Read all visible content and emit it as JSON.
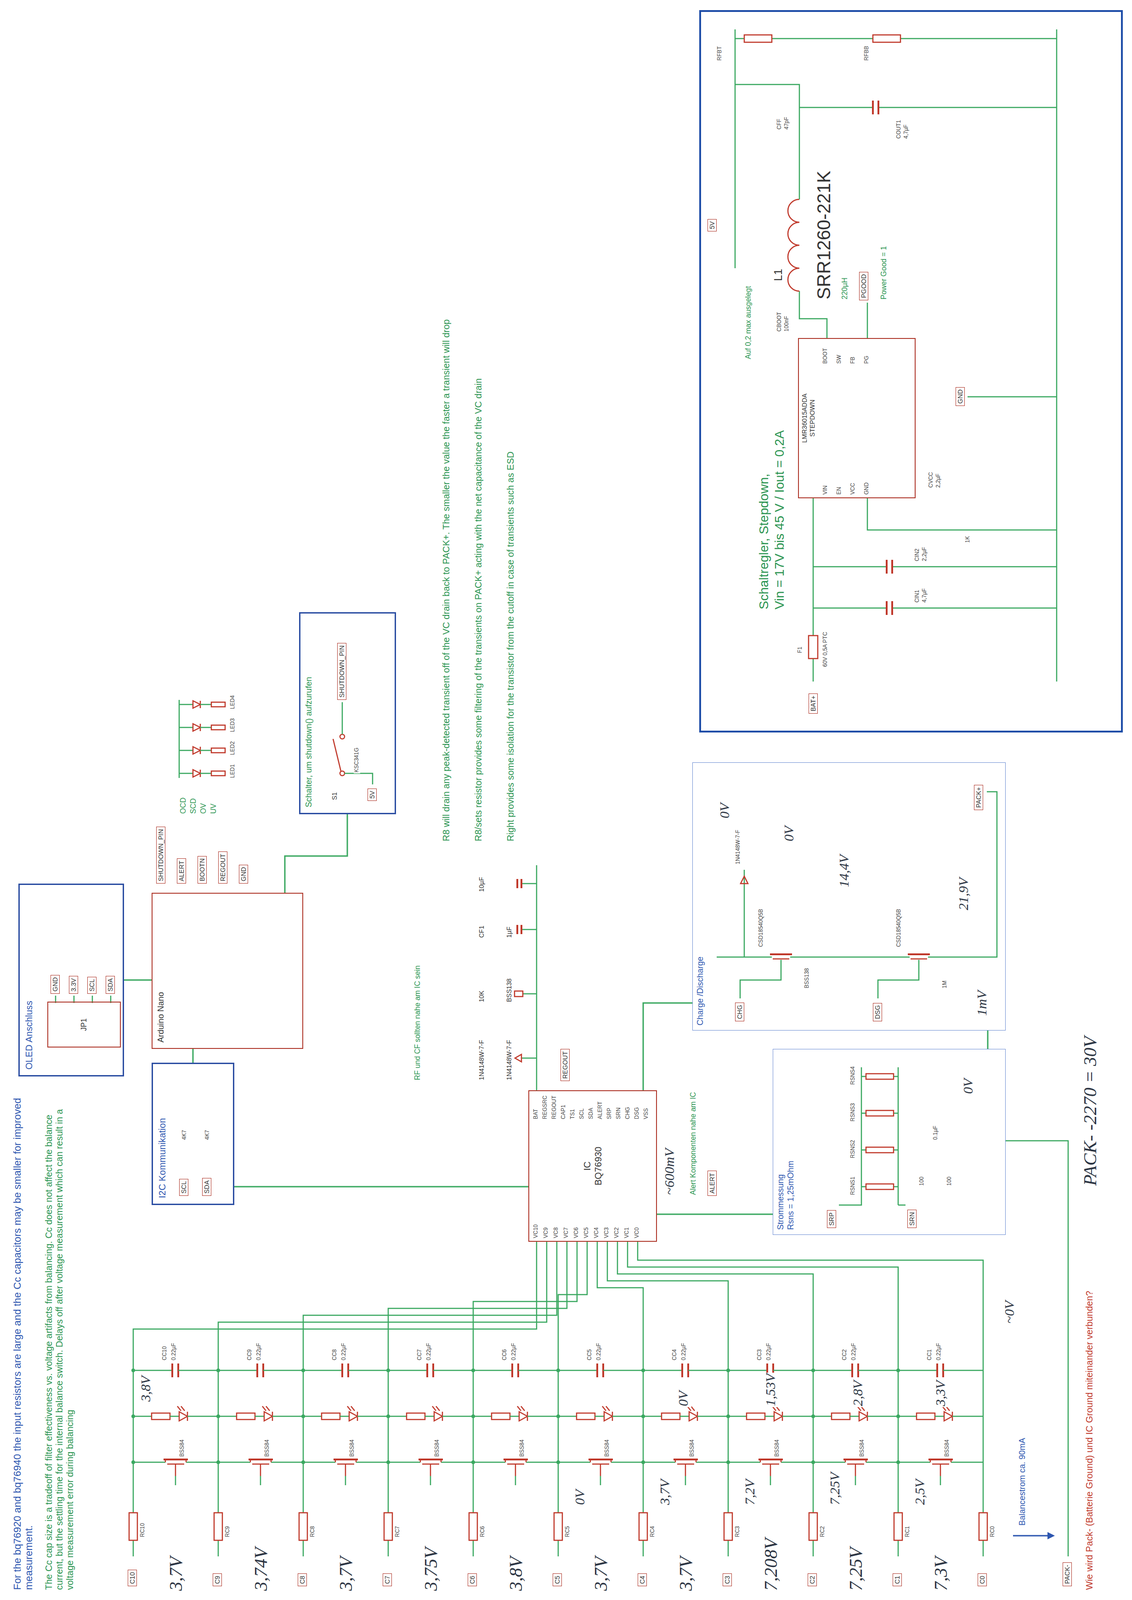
{
  "diagram": {
    "nodes": [
      {
        "text": [
          "OLED Anschluss"
        ]
      },
      {
        "text": [
          "JP1"
        ],
        "in": 0
      },
      {
        "text": [
          "I2C Kommunikation"
        ]
      },
      {
        "text": [
          "Arduino Nano"
        ]
      },
      {
        "text": [
          "Schalter, um shutdown() aufzurufen"
        ]
      },
      {
        "text": [
          "IC",
          "BQ76930"
        ]
      },
      {
        "text": [
          "Strommessung",
          "Rsns = 1,25mOhm"
        ]
      },
      {
        "text": [
          "Charge /Discharge"
        ]
      },
      {
        "text": [
          "Schaltregler, Stepdown,",
          "Vin = 17V bis 45 V / Iout = 0,2A"
        ]
      },
      {
        "text": [
          "LMR36015ADDA",
          "STEPDOWN"
        ],
        "in": 8
      }
    ],
    "edges": [
      {
        "from": 5,
        "to": 6,
        "arrow": "none"
      },
      {
        "from": 5,
        "to": 7,
        "arrow": "none"
      },
      {
        "from": 5,
        "to": 2,
        "arrow": "none"
      },
      {
        "from": 2,
        "to": 3,
        "arrow": "none"
      },
      {
        "from": 3,
        "to": 0,
        "arrow": "none"
      },
      {
        "from": 3,
        "to": 4,
        "arrow": "none"
      },
      {
        "from": 6,
        "to": 7,
        "arrow": "none"
      }
    ],
    "labels": [
      "For the bq76920 and bq76940 the input resistors are large and the Cc capacitors may be smaller for improved measurement.",
      "The Cc cap size is a tradeoff of filter effectiveness vs. voltage artifacts from balancing. Cc does not affect the balance current, but the settling time for the internal balance switch. Delays off after voltage measurement which can result in a voltage measurement error during balancing",
      "C10",
      "C9",
      "C8",
      "C7",
      "C6",
      "C5",
      "C4",
      "C3",
      "C2",
      "C1",
      "C0",
      "PACK-",
      "RC10",
      "RC9",
      "RC8",
      "RC7",
      "RC6",
      "RC5",
      "RC4",
      "RC3",
      "RC2",
      "RC1",
      "RC0",
      "3,7V",
      "3,74V",
      "3,7V",
      "3,75V",
      "3,8V",
      "3,7V",
      "3,7V",
      "7,208V",
      "7,25V",
      "7,3V",
      "BSS84",
      "BSS84",
      "BSS84",
      "BSS84",
      "BSS84",
      "BSS84",
      "BSS84",
      "BSS84",
      "BSS84",
      "BSS84",
      "CC10",
      "CC9",
      "CC8",
      "CC7",
      "CC6",
      "CC5",
      "CC4",
      "CC3",
      "CC2",
      "CC1",
      "0.22µF",
      "0.22µF",
      "0.22µF",
      "0.22µF",
      "0.22µF",
      "0.22µF",
      "0.22µF",
      "0.22µF",
      "0.22µF",
      "0.22µF",
      "0V",
      "3,7V",
      "0V",
      "7,2V",
      "1,53V",
      "7,25V",
      "2,8V",
      "2,5V",
      "3,3V",
      "3,8V",
      "~0V",
      "~600mV",
      "Balancestrom ca. 90mA",
      "Wie wird Pack- (Batterie Ground) und IC Ground miteinander verbunden?",
      "PACK- -2270 = 30V",
      "VC10",
      "VC9",
      "VC8",
      "VC7",
      "VC6",
      "VC5",
      "VC4",
      "VC3",
      "VC2",
      "VC1",
      "VC0",
      "BAT",
      "REGSRC",
      "REGOUT",
      "CAP1",
      "TS1",
      "SCL",
      "SDA",
      "ALERT",
      "SRP",
      "SRN",
      "CHG",
      "DSG",
      "VSS",
      "RF und CF sollten nahe am IC sein",
      "1N4148W-7-F",
      "1N4148W-7-F",
      "10K",
      "BSS138",
      "CF1",
      "1µF",
      "10µF",
      "R8 will drain any peak-detected transient off of the VC drain back to PACK+. The smaller the value the faster a transient will drop",
      "R8/sets resistor provides some filtering of the transients on PACK+ acting with the net capacitance of the VC drain",
      "Right provides some isolation for the transistor from the cutoff in case of transients such as ESD",
      "Alert Komponenten nahe am IC",
      "ALERT",
      "REGOUT",
      "OCD",
      "SCD",
      "OV",
      "UV",
      "LED1",
      "LED2",
      "LED3",
      "LED4",
      "SHUTDOWN_PIN",
      "ALERT",
      "BOOTN",
      "REGOUT",
      "GND",
      "GND",
      "3.3V",
      "SCL",
      "SDA",
      "SCL",
      "SDA",
      "4K7",
      "4K7",
      "S1",
      "SHUTDOWN_PIN",
      "5V",
      "KSC341G",
      "CHG",
      "DSG",
      "CSD18540Q5B",
      "CSD18540Q5B",
      "BSS138",
      "1N4148W-7-F",
      "PACK+",
      "1M",
      "0V",
      "14,4V",
      "21,9V",
      "0V",
      "1mV",
      "RSNS1",
      "RSNS2",
      "RSNS3",
      "RSNS4",
      "100",
      "100",
      "0.1µF",
      "0V",
      "SRP",
      "SRN",
      "Auf 0,2 max ausgelegt",
      "L1",
      "SRR1260-221K",
      "220µH",
      "PGOOD",
      "Power Good = 1",
      "CFF",
      "47pF",
      "COUT1",
      "4,7µF",
      "RFBT",
      "RFBB",
      "5V",
      "BAT+",
      "F1",
      "60V 0,5A PTC",
      "CIN1",
      "4,7µF",
      "CIN2",
      "2,2µF",
      "CBOOT",
      "100nF",
      "CVCC",
      "2,2µF",
      "1K",
      "GND",
      "VIN",
      "EN",
      "VCC",
      "GND",
      "BOOT",
      "SW",
      "FB",
      "PG"
    ]
  }
}
